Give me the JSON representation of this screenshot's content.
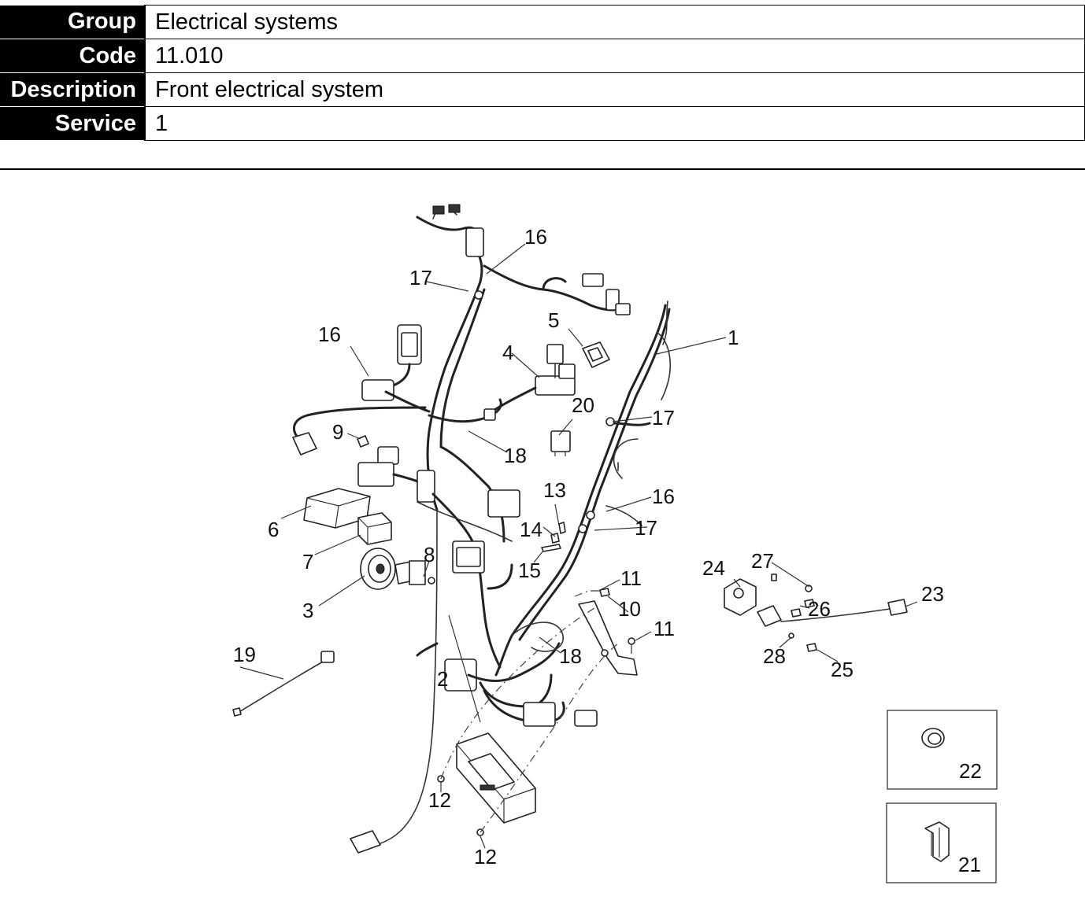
{
  "header": {
    "rows": [
      {
        "label": "Group",
        "value": "Electrical systems"
      },
      {
        "label": "Code",
        "value": "11.010"
      },
      {
        "label": "Description",
        "value": "Front electrical system"
      },
      {
        "label": "Service",
        "value": "1"
      }
    ]
  },
  "diagram": {
    "callouts": [
      "1",
      "2",
      "3",
      "4",
      "5",
      "6",
      "7",
      "8",
      "9",
      "10",
      "11",
      "11",
      "12",
      "12",
      "13",
      "14",
      "15",
      "16",
      "16",
      "16",
      "17",
      "17",
      "17",
      "18",
      "18",
      "19",
      "20",
      "21",
      "22",
      "23",
      "24",
      "25",
      "26",
      "27",
      "28"
    ]
  }
}
